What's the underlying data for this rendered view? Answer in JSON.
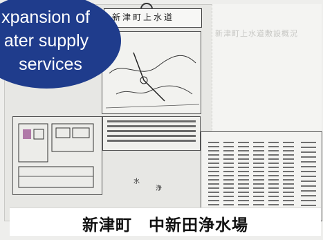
{
  "badge": {
    "line1": "xpansion of",
    "line2": "ater supply",
    "line3": "services",
    "color": "#1f3c8c"
  },
  "document": {
    "header_title": "新津町上水道",
    "faded_right_text": "新津町上水道敷設概況"
  },
  "caption": {
    "text": "新津町　中新田浄水場"
  },
  "small_labels": {
    "label_a": "水",
    "label_b": "浄"
  }
}
